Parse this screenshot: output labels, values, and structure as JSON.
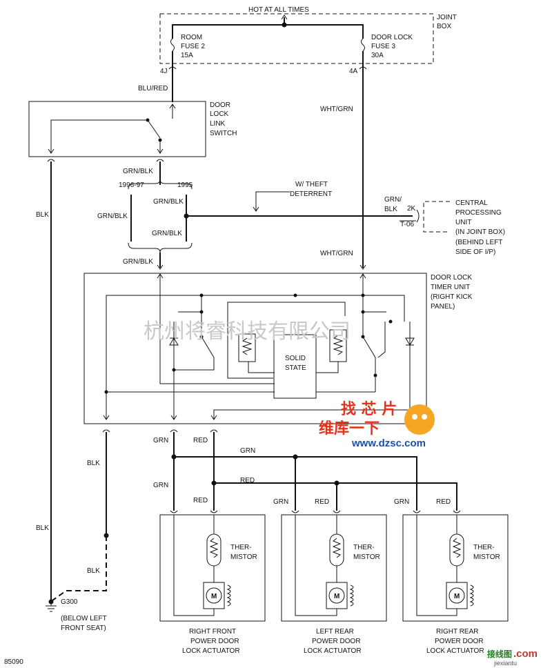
{
  "labels": {
    "hot": "HOT AT ALL TIMES",
    "joint_box": [
      "JOINT",
      "BOX"
    ],
    "room_fuse": [
      "ROOM",
      "FUSE 2",
      "15A"
    ],
    "door_fuse": [
      "DOOR LOCK",
      "FUSE 3",
      "30A"
    ],
    "pin_4j": "4J",
    "pin_4a": "4A",
    "blu_red": "BLU/RED",
    "wht_grn_1": "WHT/GRN",
    "wht_grn_2": "WHT/GRN",
    "link_switch": [
      "DOOR",
      "LOCK",
      "LINK",
      "SWITCH"
    ],
    "grn_blk_top": "GRN/BLK",
    "yr_9697": "1996-97",
    "yr_95": "1995",
    "grn_blk_a": "GRN/BLK",
    "grn_blk_b": "GRN/BLK",
    "grn_blk_c": "GRN/BLK",
    "grn_blk_d": "GRN/BLK",
    "theft": [
      "W/ THEFT",
      "DETERRENT"
    ],
    "grn_blk_cpu": [
      "GRN/",
      "BLK"
    ],
    "pin_2k": "2K",
    "pin_t06": "T-06",
    "cpu": [
      "CENTRAL",
      "PROCESSING",
      "UNIT",
      "(IN JOINT BOX)",
      "(BEHIND LEFT",
      "SIDE OF I/P)"
    ],
    "blk_1": "BLK",
    "timer": [
      "DOOR LOCK",
      "TIMER UNIT",
      "(RIGHT KICK",
      "PANEL)"
    ],
    "solid_state": [
      "SOLID",
      "STATE"
    ],
    "grn_1": "GRN",
    "red_1": "RED",
    "blk_2": "BLK",
    "grn_bus": "GRN",
    "grn_2": "GRN",
    "red_bus": "RED",
    "red_2": "RED",
    "grn_3": "GRN",
    "red_3": "RED",
    "grn_4": "GRN",
    "red_4": "RED",
    "blk_3": "BLK",
    "blk_4": "BLK",
    "thermistor": [
      "THER-",
      "MISTOR"
    ],
    "motor": "M",
    "g300": [
      "G300",
      "(BELOW LEFT",
      "FRONT SEAT)"
    ],
    "act_rf": [
      "RIGHT FRONT",
      "POWER DOOR",
      "LOCK ACTUATOR"
    ],
    "act_lr": [
      "LEFT REAR",
      "POWER DOOR",
      "LOCK ACTUATOR"
    ],
    "act_rr": [
      "RIGHT REAR",
      "POWER DOOR",
      "LOCK ACTUATOR"
    ],
    "fig_no": "85090"
  },
  "watermark": "杭州将睿科技有限公司",
  "logo": {
    "top": "找 芯 片",
    "mid": "维库一下",
    "url": "www.dzsc.com"
  },
  "corner": {
    "brand": "接线图",
    "dotcom": ".com",
    "site": "jiexiantu"
  },
  "colors": {
    "line": "#111111",
    "watermark": "#c8c8c8",
    "logo_red": "#e8311a",
    "logo_blue": "#1a4fb0",
    "logo_orange": "#f5a623"
  }
}
